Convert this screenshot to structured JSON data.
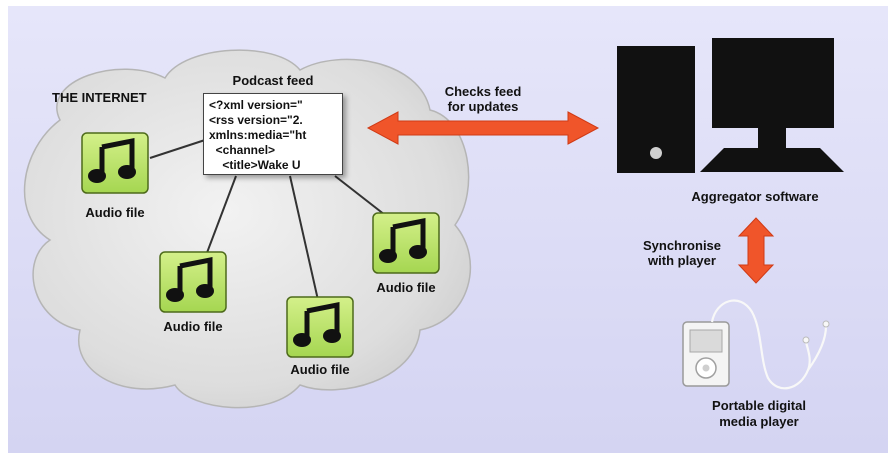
{
  "colors": {
    "background": "#d9d9f5",
    "cloud": "#dcdcdc",
    "icon_green": "#b8e26a",
    "arrow_orange": "#f0552a",
    "device_black": "#111111"
  },
  "internet_label": "THE INTERNET",
  "feed": {
    "title": "Podcast feed",
    "code_lines": [
      "<?xml version=\"",
      "<rss version=\"2.",
      "xmlns:media=\"ht",
      "  <channel>",
      "    <title>Wake U"
    ]
  },
  "audio_files": [
    {
      "label": "Audio file",
      "icon": "music-note-icon"
    },
    {
      "label": "Audio file",
      "icon": "music-note-icon"
    },
    {
      "label": "Audio file",
      "icon": "music-note-icon"
    },
    {
      "label": "Audio file",
      "icon": "music-note-icon"
    }
  ],
  "check_arrow_label": [
    "Checks feed",
    "for updates"
  ],
  "aggregator_label": "Aggregator software",
  "sync_arrow_label": [
    "Synchronise",
    "with player"
  ],
  "player_label": [
    "Portable digital",
    "media player"
  ]
}
